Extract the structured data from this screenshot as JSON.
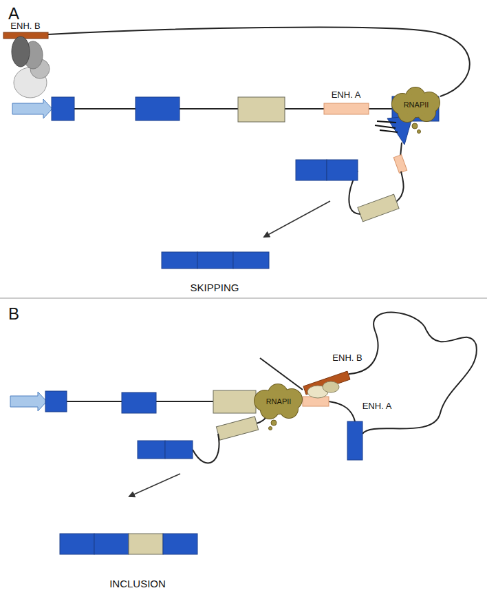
{
  "diagram": {
    "nodes": [
      {
        "text": [
          "RNAPII"
        ]
      },
      {
        "text": [
          "RNAPII"
        ]
      }
    ],
    "labels": [
      "A",
      "ENH. B",
      "ENH. A",
      "SKIPPING",
      "B",
      "ENH. B",
      "ENH. A",
      "INCLUSION"
    ]
  }
}
